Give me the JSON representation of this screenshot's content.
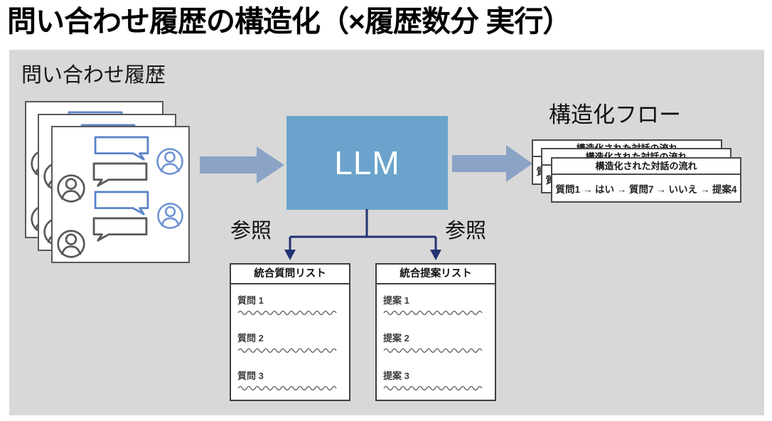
{
  "title": "問い合わせ履歴の構造化（×履歴数分 実行）",
  "colors": {
    "panel_bg": "#d8d8d8",
    "llm_box": "#6ba3cc",
    "llm_text": "#ffffff",
    "block_arrow": "#8ba3c5",
    "connector": "#223272",
    "chat_bubble_blue": "#5b84c6",
    "chat_avatar_blue": "#6e93d3",
    "chat_gray": "#595959"
  },
  "inquiry": {
    "label": "問い合わせ履歴"
  },
  "llm": {
    "label": "LLM"
  },
  "reference": {
    "left_label": "参照",
    "right_label": "参照"
  },
  "flow": {
    "label": "構造化フロー",
    "card_header": "構造化された対話の流れ",
    "card_body": "質問1 → はい → 質問7 → いいえ → 提案4"
  },
  "question_list": {
    "header": "統合質問リスト",
    "items": [
      "質問 1",
      "質問 2",
      "質問 3"
    ]
  },
  "proposal_list": {
    "header": "統合提案リスト",
    "items": [
      "提案 1",
      "提案 2",
      "提案 3"
    ]
  }
}
